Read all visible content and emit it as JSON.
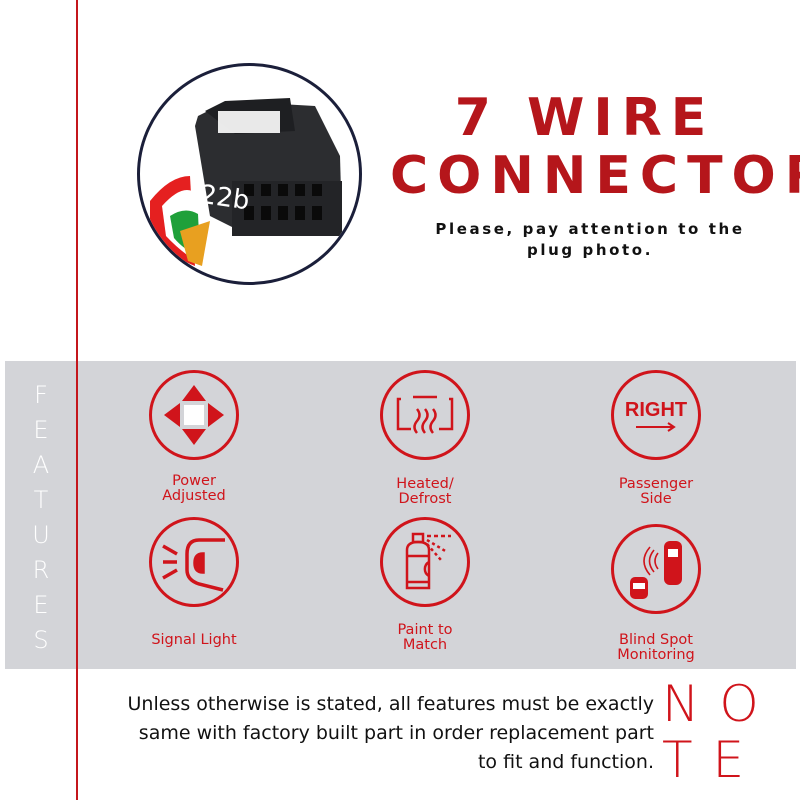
{
  "header": {
    "title_line1": "7 WIRE",
    "title_line2": "CONNECTOR",
    "subtitle": "Please, pay attention to the plug photo."
  },
  "photo": {
    "label_on_plug": "22b"
  },
  "features": {
    "side_label": [
      "F",
      "E",
      "A",
      "T",
      "U",
      "R",
      "E",
      "S"
    ],
    "items": [
      {
        "label_lines": [
          "Power",
          "Adjusted"
        ],
        "icon": "arrows-icon"
      },
      {
        "label_lines": [
          "Heated/",
          "Defrost"
        ],
        "icon": "defrost-icon"
      },
      {
        "label_lines": [
          "Passenger",
          "Side"
        ],
        "icon": "right-icon",
        "icon_text": "RIGHT"
      },
      {
        "label_lines": [
          "Signal Light"
        ],
        "icon": "signal-light-icon"
      },
      {
        "label_lines": [
          "Paint to",
          "Match"
        ],
        "icon": "spray-paint-icon"
      },
      {
        "label_lines": [
          "Blind Spot",
          "Monitoring"
        ],
        "icon": "blind-spot-icon"
      }
    ]
  },
  "note": {
    "text": "Unless otherwise is stated, all features must be exactly same with factory built part in order replacement part to fit and function.",
    "word_line1": "NO",
    "word_line2": "TE"
  },
  "colors": {
    "accent": "#d0141b",
    "band": "#d3d4d8",
    "circle": "#1b1f3a"
  }
}
